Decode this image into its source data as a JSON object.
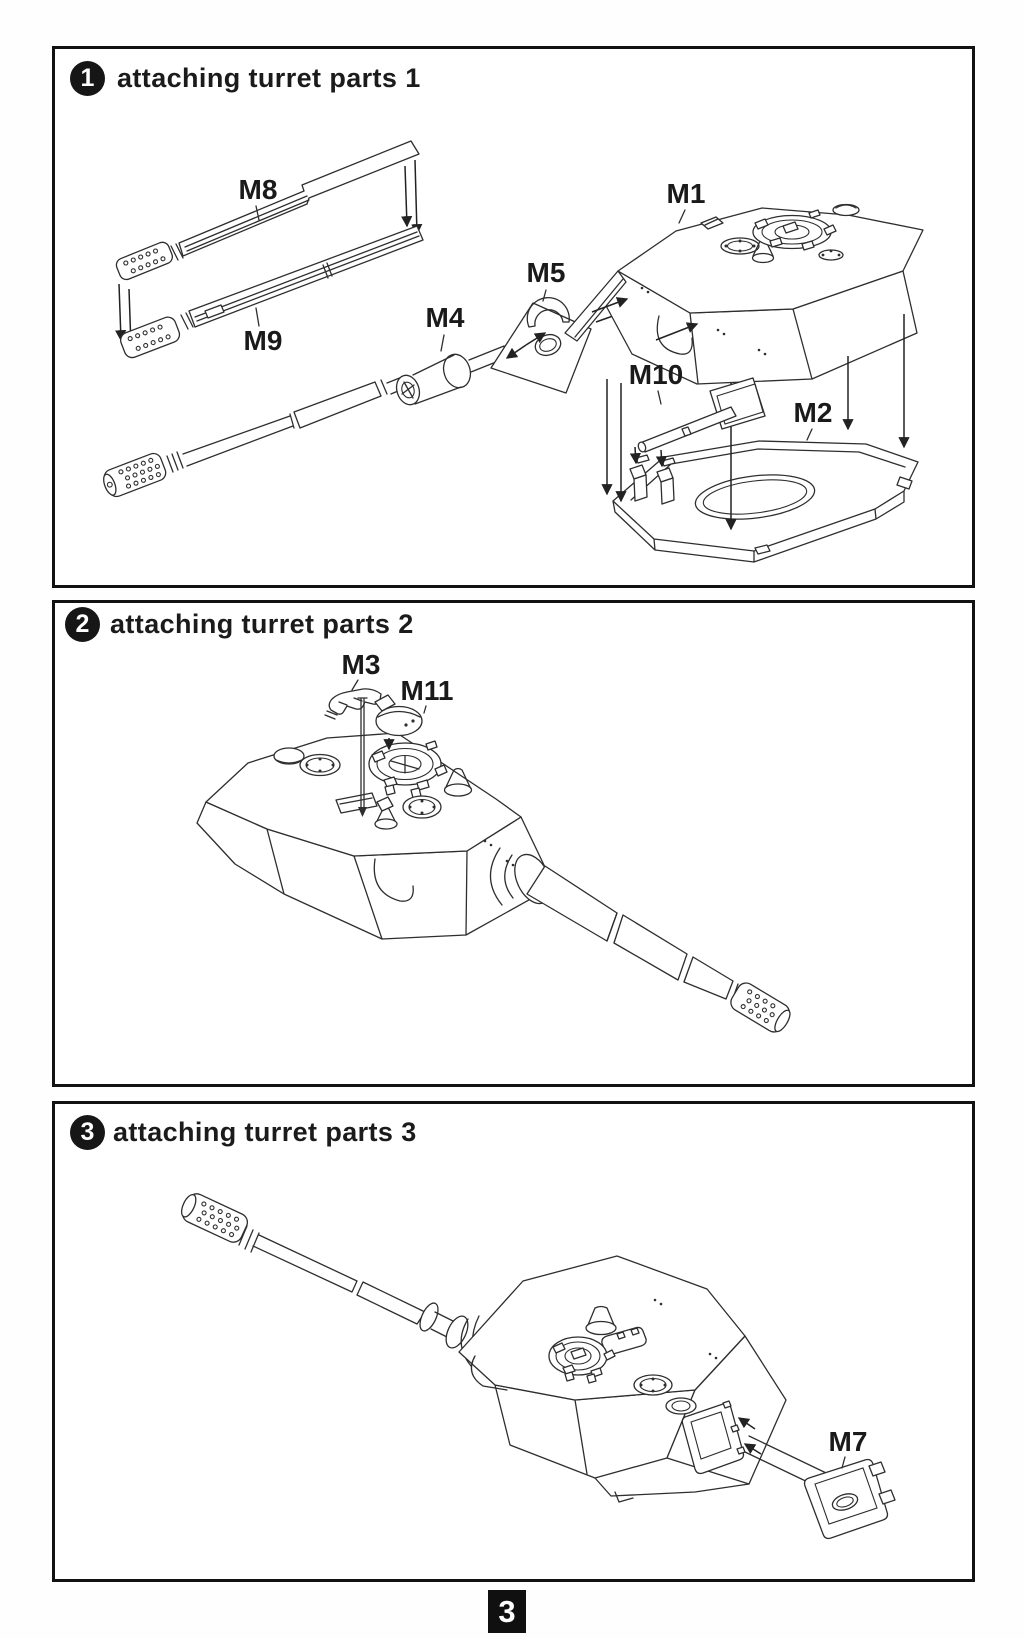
{
  "page": {
    "number": "3"
  },
  "colors": {
    "line": "#2e2e2e",
    "text": "#1a1a1a",
    "badge_bg": "#161616",
    "badge_text": "#ffffff",
    "paper": "#ffffff"
  },
  "panels": [
    {
      "step": "1",
      "title": "attaching turret parts 1",
      "labels": {
        "M8": "M8",
        "M9": "M9",
        "M4": "M4",
        "M5": "M5",
        "M1": "M1",
        "M10": "M10",
        "M2": "M2"
      }
    },
    {
      "step": "2",
      "title": "attaching turret parts 2",
      "labels": {
        "M3": "M3",
        "M11": "M11"
      }
    },
    {
      "step": "3",
      "title": "attaching turret parts 3",
      "labels": {
        "M7": "M7"
      }
    }
  ]
}
